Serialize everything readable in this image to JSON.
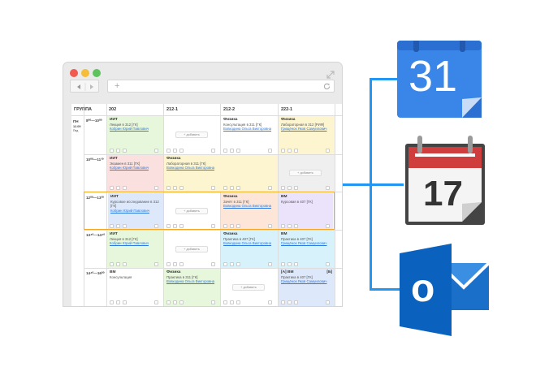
{
  "browser": {
    "new_tab_label": "+"
  },
  "schedule": {
    "group_header": "ГРУППА",
    "columns": [
      "202",
      "212-1",
      "212-2",
      "222-1"
    ],
    "day": "ПН",
    "date": "12.09",
    "weekday_sub": "Пнд",
    "add_label": "+ добавить",
    "times": [
      "8⁰⁰—10⁰⁰",
      "10⁰⁰—11³⁰",
      "12⁰⁰—13³⁰",
      "13⁴⁰—14⁴⁰",
      "14⁴⁰—16⁰⁰"
    ],
    "cells": {
      "r1c1": {
        "title": "ИИТ",
        "line": "Лекция в 312 [ГК]",
        "teacher": "Кобрин Юрий Павлович"
      },
      "r1c3": {
        "title": "Физика",
        "line": "Консультация в 311 [ГК]",
        "teacher": "Вовкодина Ольга Викторовна"
      },
      "r1c4": {
        "title": "Физика",
        "line": "Лабораторная в 312 [РИФ]",
        "teacher": "Грищёнок Яков Самуилович"
      },
      "r2c1": {
        "title": "ИИТ",
        "line": "Экзамен в 311 [ГК]",
        "teacher": "Кобрин Юрий Павлович"
      },
      "r2c2": {
        "title": "Физика",
        "line": "Лабораторная в 311 [ГК]",
        "teacher": "Вовкодина Ольга Викторовна"
      },
      "r3c1": {
        "title": "ИИТ",
        "line": "Курсовое исследование в 312 [ГК]",
        "teacher": "Кобрин Юрий Павлович"
      },
      "r3c3": {
        "title": "Физика",
        "line": "Зачёт в 311 [ГК]",
        "teacher": "Вовкодина Ольга Викторовна"
      },
      "r3c4": {
        "title": "ВМ",
        "line": "Курсовая в 407 [ГК]",
        "teacher": ""
      },
      "r4c1": {
        "title": "ИИТ",
        "line": "Лекция в 312 [ГК]",
        "teacher": "Кобрин Юрий Павлович"
      },
      "r4c3": {
        "title": "Физика",
        "line": "Практика в 407 [ГК]",
        "teacher": "Вовкодина Ольга Викторовна"
      },
      "r4c4": {
        "title": "ВМ",
        "line": "Практика в 407 [ГК]",
        "teacher": "Грищёнок Яков Самуилович"
      },
      "r5c1": {
        "title": "ВМ",
        "line": "Консультация",
        "teacher": ""
      },
      "r5c2": {
        "title": "Физика",
        "line": "Практика в 311 [ГК]",
        "teacher": "Вовкодина Ольга Викторовна"
      },
      "r5c4": {
        "title": "[A] ВМ",
        "badge": "[Б]",
        "line": "Практика в 407 [ГК]",
        "teacher": "Грищёнок Яков Самуилович"
      }
    }
  },
  "apps": {
    "google_calendar_day": "31",
    "ical_day": "17",
    "outlook_letter": "o"
  },
  "colors": {
    "accent": "#2196f3",
    "green_cell": "#e7f7dc",
    "yellow_cell": "#fdf5cf",
    "red_cell": "#fbe0e0",
    "blue_cell": "#dde8fb",
    "orange_cell": "#fde6d8",
    "purple_cell": "#ebe2fb",
    "cyan_cell": "#d8f2fb",
    "highlight_row": "#f5a623"
  }
}
